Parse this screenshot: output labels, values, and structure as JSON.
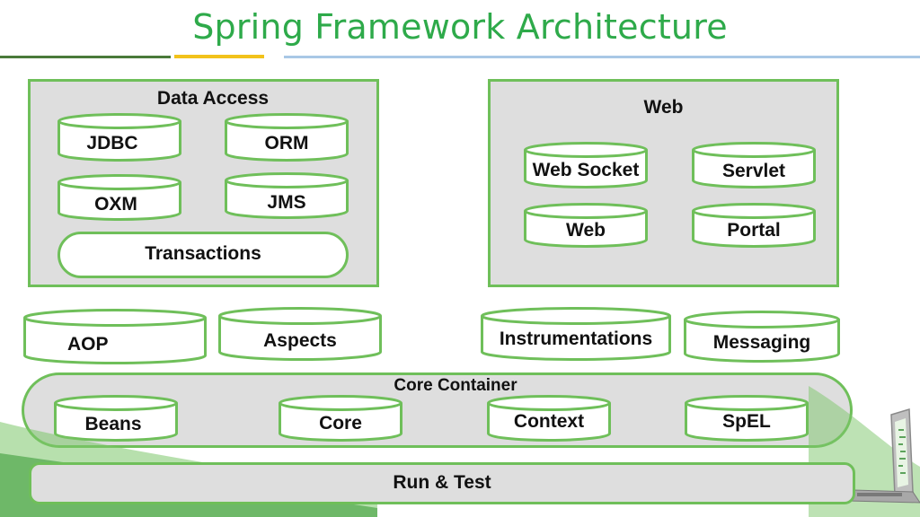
{
  "title": "Spring Framework Architecture",
  "data_access": {
    "label": "Data Access",
    "modules": [
      "JDBC",
      "ORM",
      "OXM",
      "JMS"
    ],
    "transactions": "Transactions"
  },
  "web": {
    "label": "Web",
    "modules": [
      "Web Socket",
      "Servlet",
      "Web",
      "Portal"
    ]
  },
  "middle": [
    "AOP",
    "Aspects",
    "Instrumentations",
    "Messaging"
  ],
  "core_container": {
    "label": "Core Container",
    "modules": [
      "Beans",
      "Core",
      "Context",
      "SpEL"
    ]
  },
  "run_test": "Run & Test",
  "colors": {
    "title": "#2eaa4a",
    "border": "#6fbf5a",
    "panel": "#dedede"
  }
}
